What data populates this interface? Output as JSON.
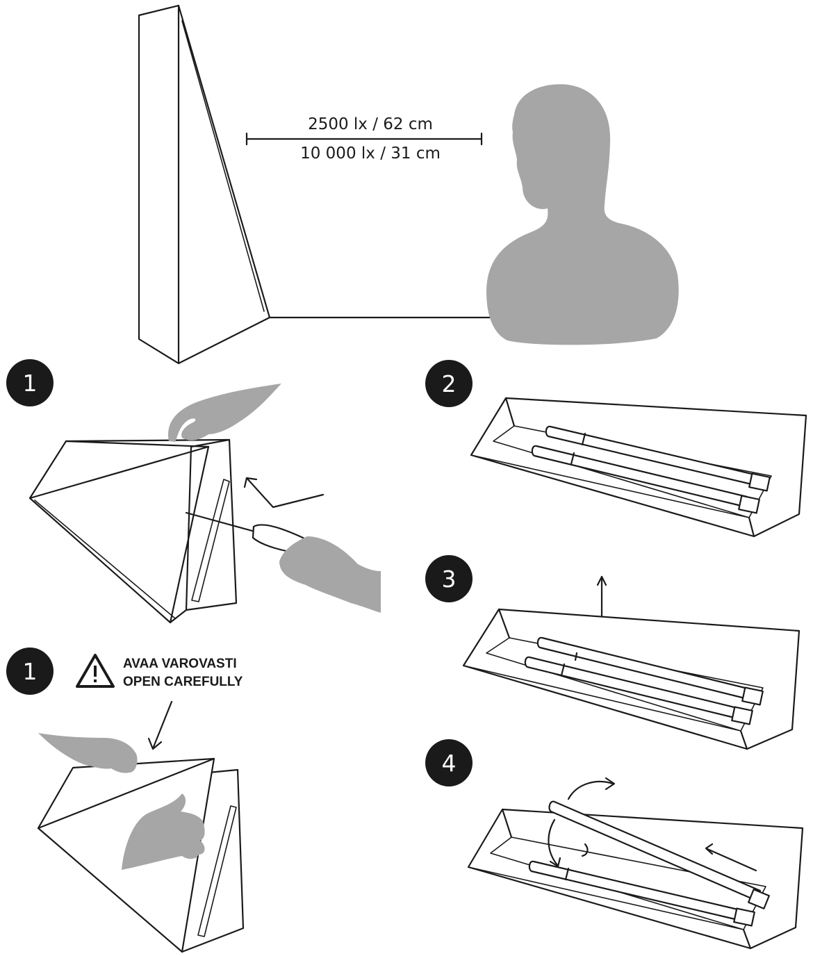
{
  "distance": {
    "line1": "2500 lx / 62 cm",
    "line2": "10 000 lx / 31 cm"
  },
  "warning": {
    "line1": "AVAA VAROVASTI",
    "line2": "OPEN CAREFULLY",
    "icon": "warning-triangle-icon"
  },
  "steps": [
    {
      "number": "1"
    },
    {
      "number": "1"
    },
    {
      "number": "2"
    },
    {
      "number": "3"
    },
    {
      "number": "4"
    }
  ],
  "colors": {
    "ink": "#1a1a1a",
    "silhouette": "#a6a6a6",
    "background": "#ffffff"
  }
}
